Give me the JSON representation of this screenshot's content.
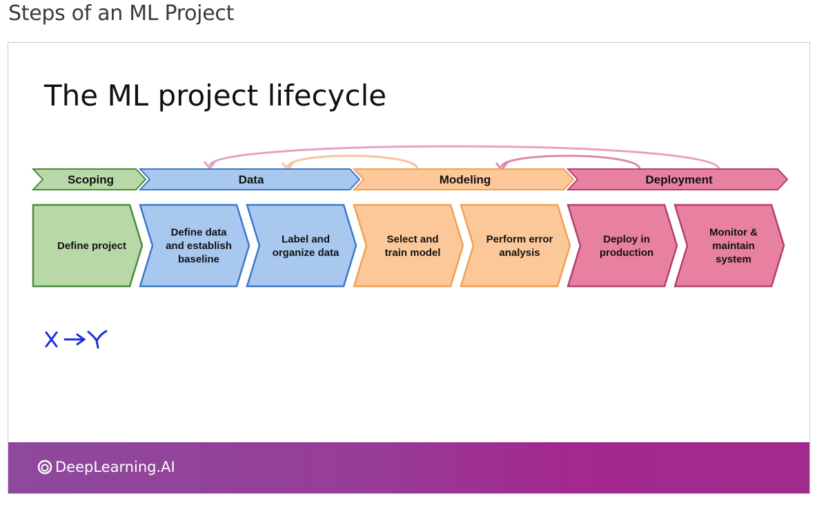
{
  "page": {
    "heading": "Steps of an ML Project"
  },
  "slide": {
    "title": "The ML project lifecycle",
    "stages": [
      {
        "label": "Scoping",
        "color": "#b8d8a8",
        "stroke": "#4a8a3a"
      },
      {
        "label": "Data",
        "color": "#a8c8f0",
        "stroke": "#3a78c8"
      },
      {
        "label": "Modeling",
        "color": "#fcc89a",
        "stroke": "#f0a050"
      },
      {
        "label": "Deployment",
        "color": "#e880a0",
        "stroke": "#b04070"
      }
    ],
    "steps": [
      {
        "lines": [
          "Define project"
        ],
        "stage": 0
      },
      {
        "lines": [
          "Define data",
          "and establish",
          "baseline"
        ],
        "stage": 1
      },
      {
        "lines": [
          "Label and",
          "organize data"
        ],
        "stage": 1
      },
      {
        "lines": [
          "Select and",
          "train model"
        ],
        "stage": 2
      },
      {
        "lines": [
          "Perform error",
          "analysis"
        ],
        "stage": 2
      },
      {
        "lines": [
          "Deploy in",
          "production"
        ],
        "stage": 3
      },
      {
        "lines": [
          "Monitor &",
          "maintain",
          "system"
        ],
        "stage": 3
      }
    ],
    "handwriting": "x → y",
    "footer_brand": "DeepLearning.AI"
  }
}
